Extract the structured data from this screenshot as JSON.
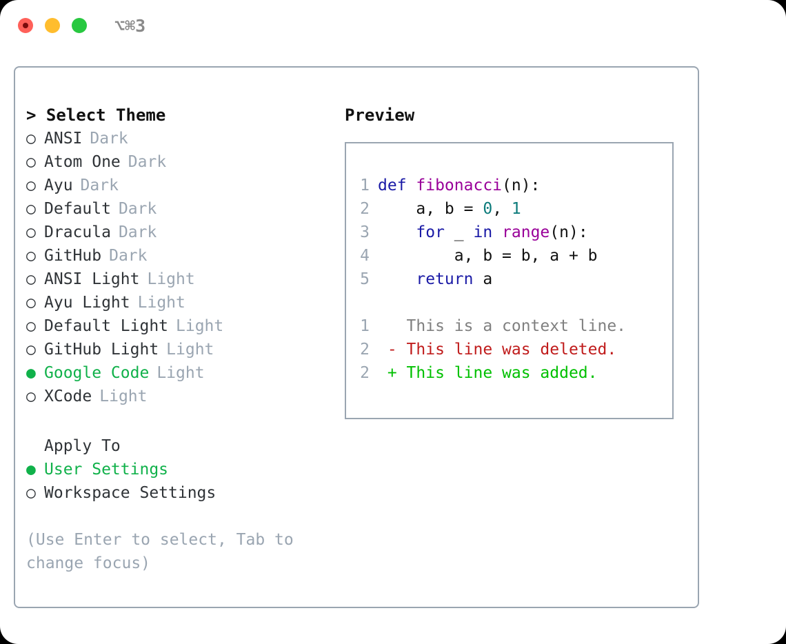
{
  "titlebar": {
    "shortcut": "⌥⌘3",
    "lights": [
      {
        "name": "close",
        "color": "#ff6059"
      },
      {
        "name": "minimize",
        "color": "#ffbd2e"
      },
      {
        "name": "maximize",
        "color": "#28c840"
      }
    ]
  },
  "theme_picker": {
    "heading": "> Select Theme",
    "bullet_selected": "●",
    "bullet_unselected": "○",
    "options": [
      {
        "name": "ANSI",
        "tag": "Dark",
        "selected": false
      },
      {
        "name": "Atom One",
        "tag": "Dark",
        "selected": false
      },
      {
        "name": "Ayu",
        "tag": "Dark",
        "selected": false
      },
      {
        "name": "Default",
        "tag": "Dark",
        "selected": false
      },
      {
        "name": "Dracula",
        "tag": "Dark",
        "selected": false
      },
      {
        "name": "GitHub",
        "tag": "Dark",
        "selected": false
      },
      {
        "name": "ANSI Light",
        "tag": "Light",
        "selected": false
      },
      {
        "name": "Ayu Light",
        "tag": "Light",
        "selected": false
      },
      {
        "name": "Default Light",
        "tag": "Light",
        "selected": false
      },
      {
        "name": "GitHub Light",
        "tag": "Light",
        "selected": false
      },
      {
        "name": "Google Code",
        "tag": "Light",
        "selected": true
      },
      {
        "name": "XCode",
        "tag": "Light",
        "selected": false
      }
    ]
  },
  "apply_to": {
    "heading": "Apply To",
    "options": [
      {
        "name": "User Settings",
        "selected": true
      },
      {
        "name": "Workspace Settings",
        "selected": false
      }
    ]
  },
  "hint": "(Use Enter to select, Tab to\nchange focus)",
  "preview": {
    "heading": "Preview",
    "code_lines": [
      {
        "number": "1",
        "tokens": [
          {
            "text": "def ",
            "kind": "kw"
          },
          {
            "text": "fibonacci",
            "kind": "fn"
          },
          {
            "text": "(n):",
            "kind": "txt"
          }
        ]
      },
      {
        "number": "2",
        "tokens": [
          {
            "text": "    a, b = ",
            "kind": "txt"
          },
          {
            "text": "0",
            "kind": "num"
          },
          {
            "text": ", ",
            "kind": "txt"
          },
          {
            "text": "1",
            "kind": "num"
          }
        ]
      },
      {
        "number": "3",
        "tokens": [
          {
            "text": "    ",
            "kind": "txt"
          },
          {
            "text": "for",
            "kind": "kw"
          },
          {
            "text": " _ ",
            "kind": "txt"
          },
          {
            "text": "in",
            "kind": "kw"
          },
          {
            "text": " ",
            "kind": "txt"
          },
          {
            "text": "range",
            "kind": "fn"
          },
          {
            "text": "(n):",
            "kind": "txt"
          }
        ]
      },
      {
        "number": "4",
        "tokens": [
          {
            "text": "        a, b = b, a + b",
            "kind": "txt"
          }
        ]
      },
      {
        "number": "5",
        "tokens": [
          {
            "text": "    ",
            "kind": "txt"
          },
          {
            "text": "return",
            "kind": "kw"
          },
          {
            "text": " a",
            "kind": "txt"
          }
        ]
      }
    ],
    "diff_lines": [
      {
        "number": "1",
        "marker": "  ",
        "text": "This is a context line.",
        "kind": "ctx"
      },
      {
        "number": "2",
        "marker": "- ",
        "text": "This line was deleted.",
        "kind": "del"
      },
      {
        "number": "2",
        "marker": "+ ",
        "text": "This line was added.",
        "kind": "add"
      }
    ]
  },
  "colors": {
    "border": "#9aa5b1",
    "accent_green": "#10b14a",
    "muted": "#9aa5b1",
    "keyword": "#1a1aa6",
    "function": "#990099",
    "number": "#0c7b7b",
    "diff_deleted": "#c01c1c",
    "diff_added": "#00c000",
    "diff_context": "#808080"
  }
}
